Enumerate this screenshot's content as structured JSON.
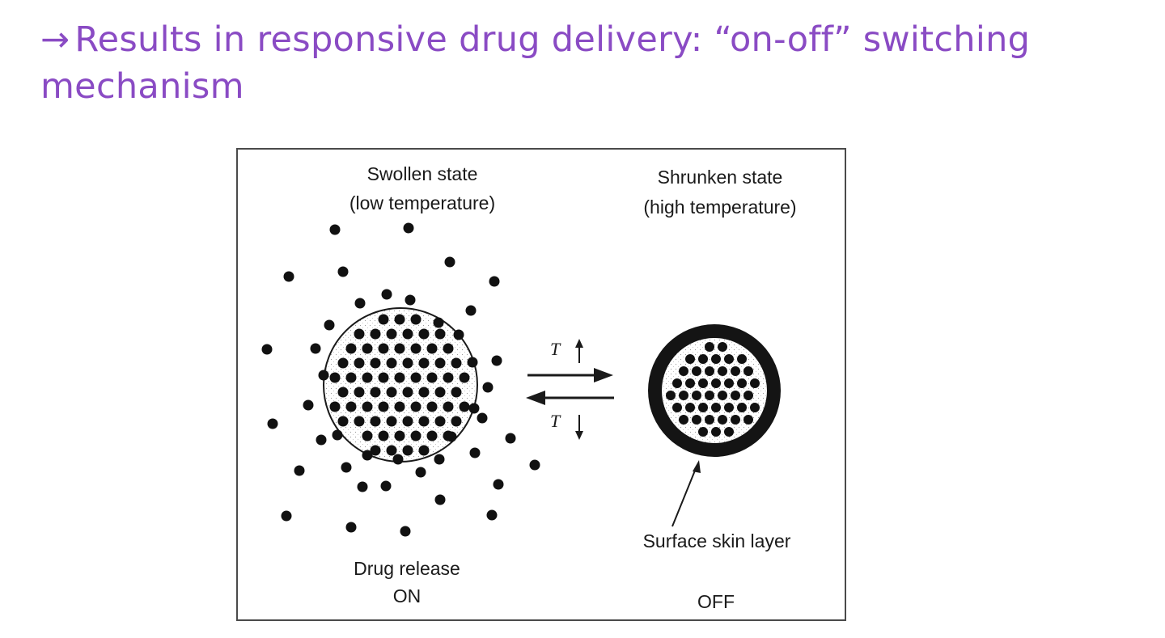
{
  "slide": {
    "title_arrow": "→",
    "title_text": "Results in responsive drug delivery: “on-off” switching mechanism"
  },
  "figure": {
    "swollen": {
      "line1": "Swollen state",
      "line2": "(low temperature)",
      "release_line1": "Drug release",
      "release_line2": "ON"
    },
    "shrunken": {
      "line1": "Shrunken state",
      "line2": "(high temperature)",
      "skin_label": "Surface skin layer",
      "state_label": "OFF"
    },
    "arrows": {
      "forward_label": "T",
      "backward_label": "T"
    },
    "colors": {
      "title": "#8a4bc4",
      "ink": "#1a1a1a",
      "box_border": "#4a4a4a"
    }
  }
}
